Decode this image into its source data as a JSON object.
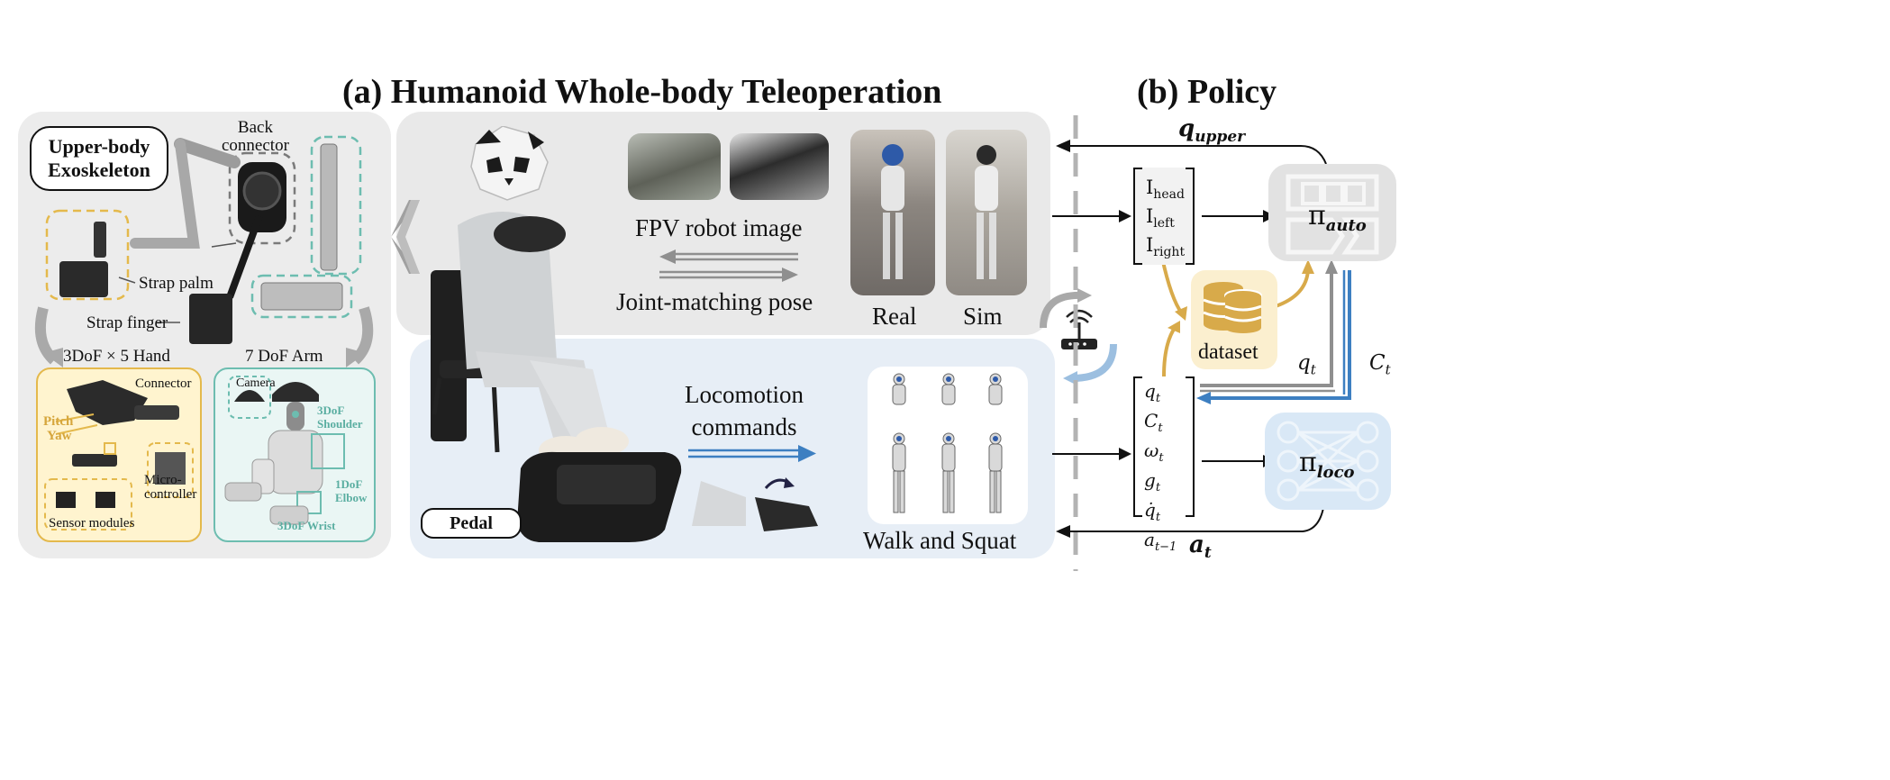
{
  "titles": {
    "a": "(a) Humanoid Whole-body Teleoperation",
    "b": "(b) Policy"
  },
  "exo": {
    "tag": "Upper-body\nExoskeleton",
    "back_connector": "Back\nconnector",
    "strap_palm": "Strap palm",
    "strap_finger": "Strap finger",
    "hand_title": "3DoF × 5 Hand",
    "arm_title": "7 DoF Arm",
    "connector": "Connector",
    "pitch": "Pitch",
    "yaw": "Yaw",
    "micro": "Micro-\ncontroller",
    "sensor": "Sensor modules",
    "camera": "Camera",
    "shoulder": "3DoF\nShoulder",
    "elbow": "1DoF\nElbow",
    "wrist": "3DoF Wrist"
  },
  "middle": {
    "fpv": "FPV robot image",
    "joint": "Joint-matching pose",
    "real": "Real",
    "sim": "Sim",
    "pedal": "Pedal",
    "loco": "Locomotion\ncommands",
    "walk": "Walk and Squat"
  },
  "policy": {
    "q_upper": "q",
    "q_upper_sub": "upper",
    "i_head": "I",
    "i_head_sub": "head",
    "i_left": "I",
    "i_left_sub": "left",
    "i_right": "I",
    "i_right_sub": "right",
    "pi_auto": "π",
    "pi_auto_sub": "auto",
    "pi_loco": "π",
    "pi_loco_sub": "loco",
    "dataset": "dataset",
    "qt": "q",
    "qt_sub": "t",
    "ct": "C",
    "ct_sub": "t",
    "obs": [
      "q",
      "C",
      "ω",
      "g",
      "q̇",
      "a"
    ],
    "obs_subs": [
      "t",
      "t",
      "t",
      "t",
      "t",
      "t−1"
    ],
    "a_t": "a",
    "a_t_sub": "t"
  },
  "colors": {
    "gold": "#d8aa4a",
    "blue": "#3d7fc1",
    "teal": "#6dbdb0",
    "grey_arrow": "#8f8f8f"
  }
}
